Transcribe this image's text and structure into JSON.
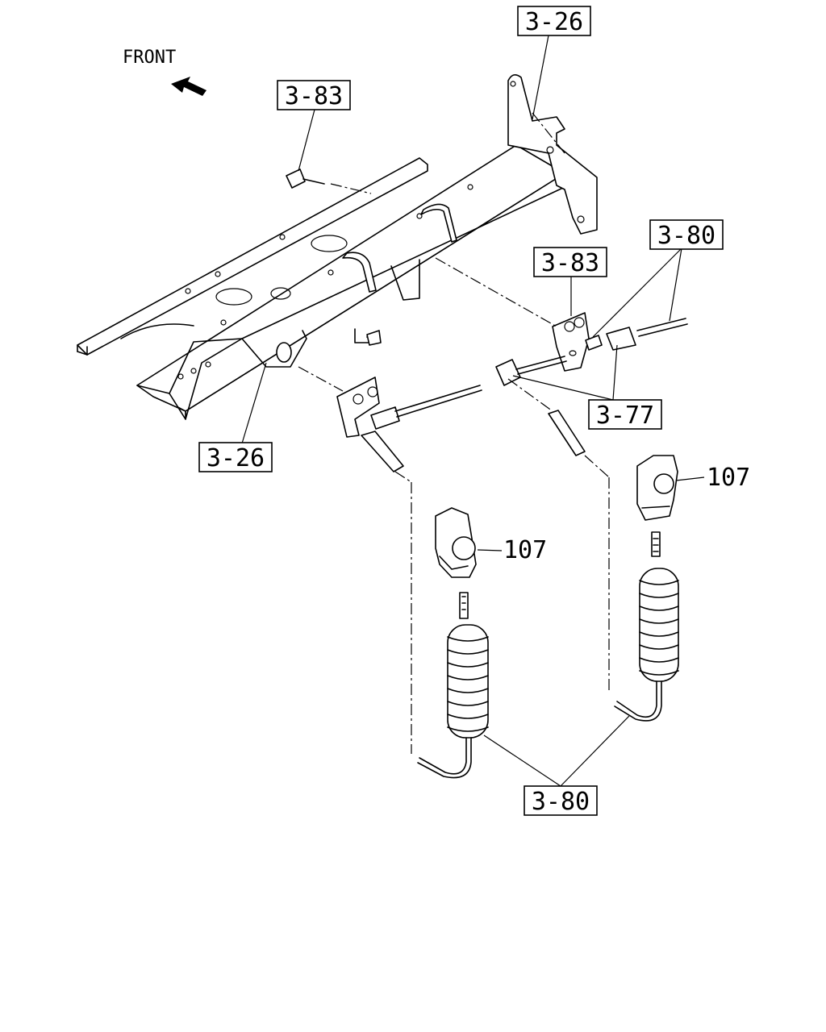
{
  "diagram": {
    "front_label": "FRONT",
    "callouts": {
      "c326_top": "3-26",
      "c383_top": "3-83",
      "c380_right": "3-80",
      "c383_mid": "3-83",
      "c377": "3-77",
      "c326_left": "3-26",
      "c380_bottom": "3-80",
      "c107_right": "107",
      "c107_left": "107"
    },
    "icons": [
      "front-arrow-icon"
    ]
  }
}
